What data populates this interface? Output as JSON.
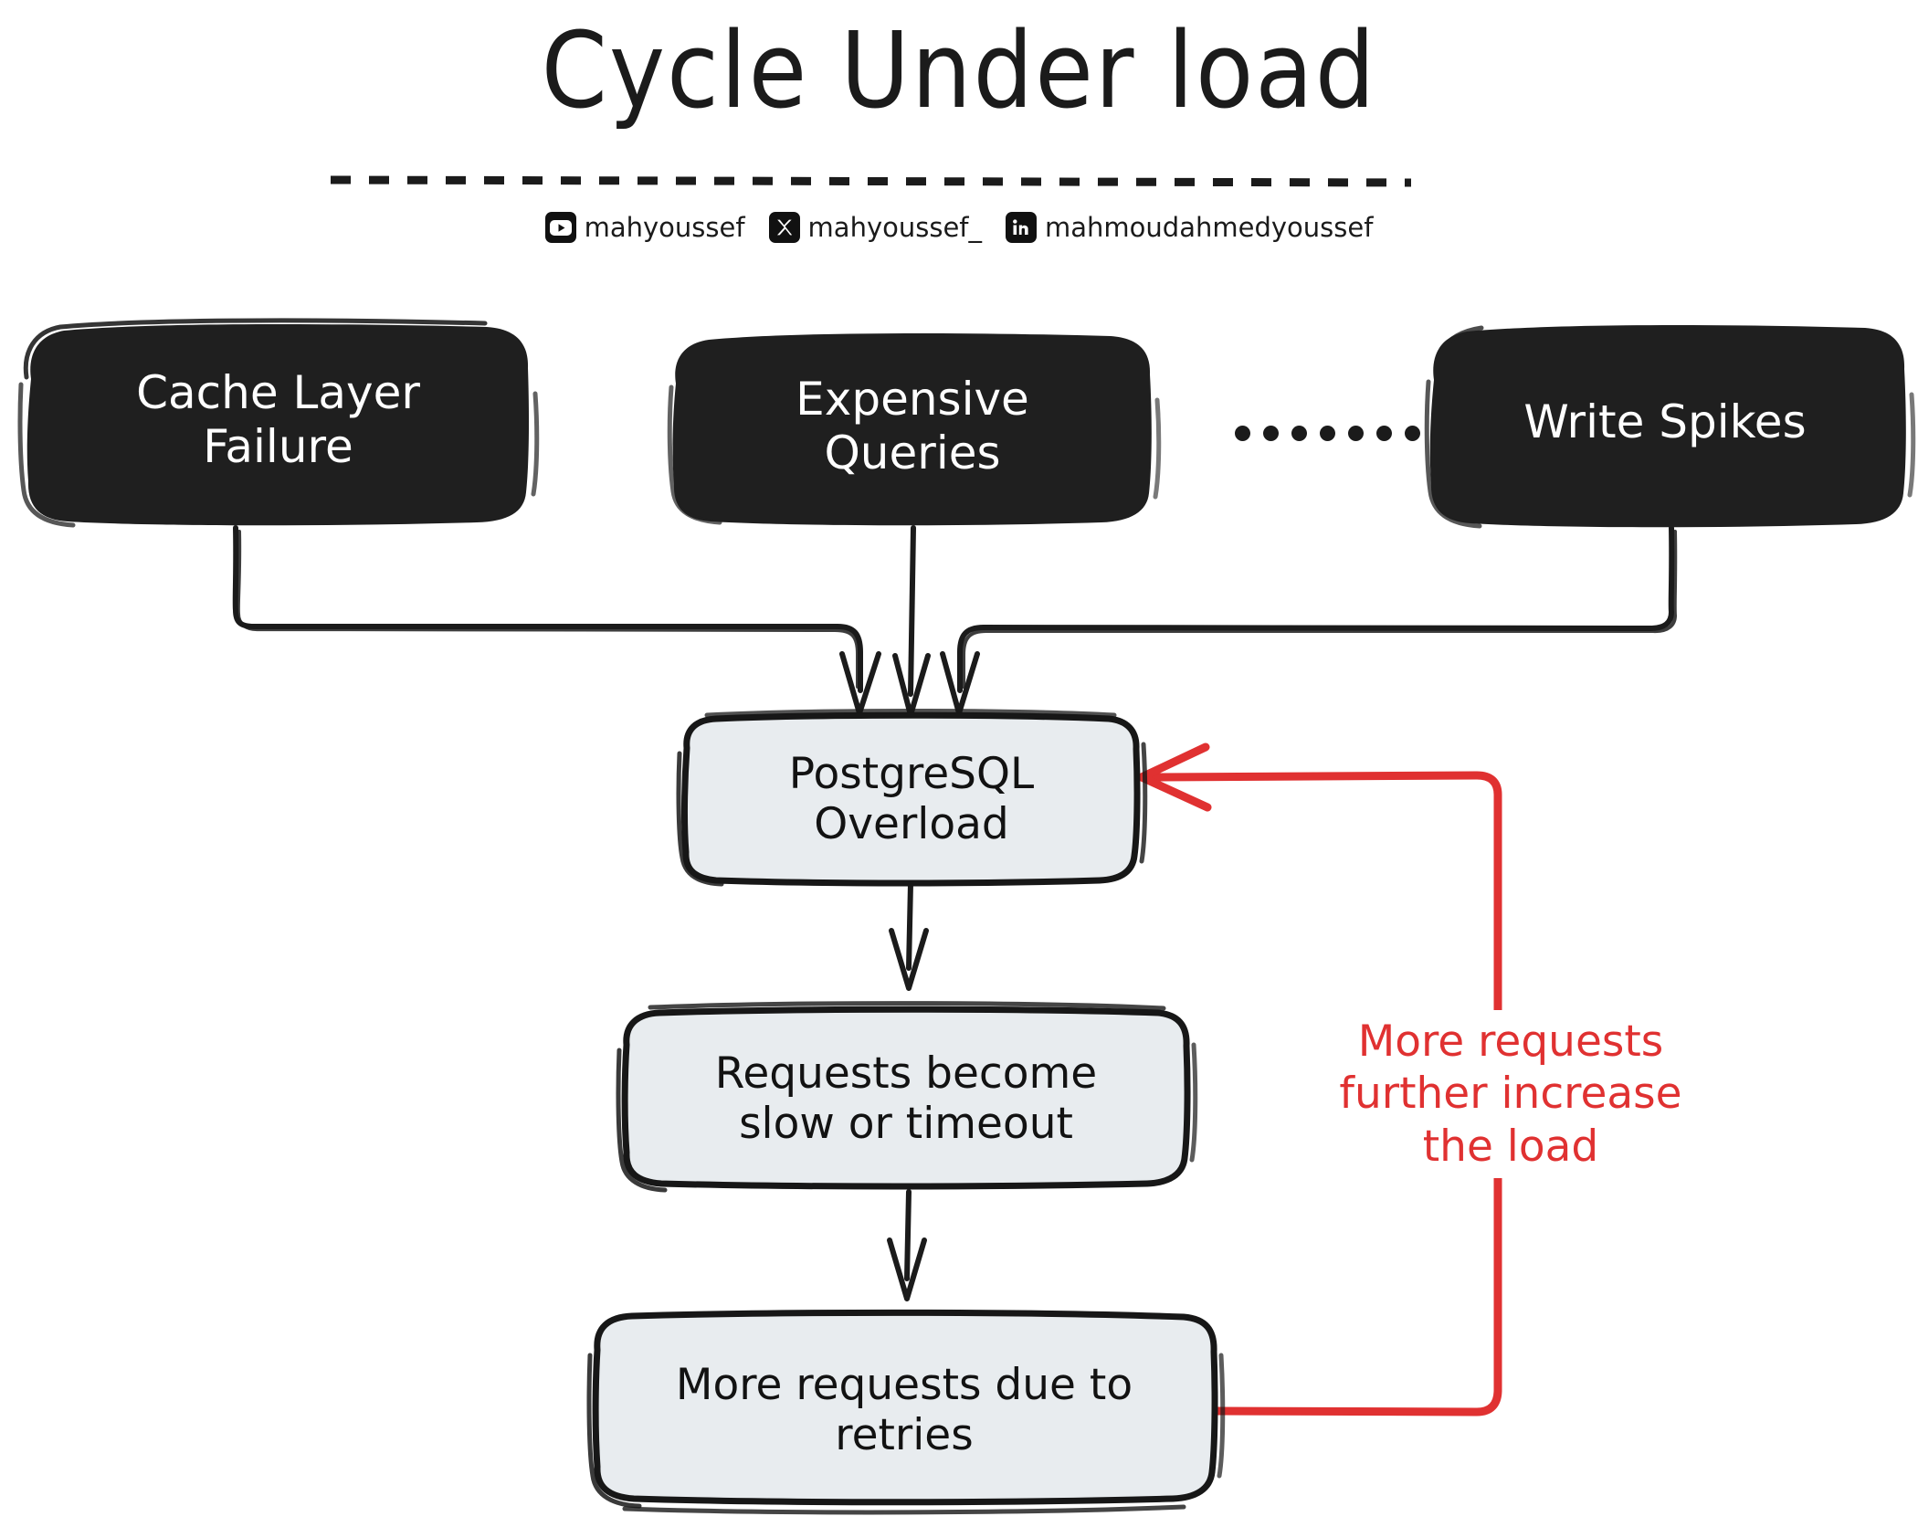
{
  "page": {
    "title": "Cycle Under load",
    "background": "#ffffff"
  },
  "colors": {
    "ink": "#1b1b1b",
    "dark_node_fill": "#1f1f1f",
    "dark_node_text": "#ffffff",
    "light_node_fill": "#e8ecef",
    "light_node_stroke": "#171717",
    "light_node_text": "#121212",
    "accent_red": "#e03131"
  },
  "social": [
    {
      "icon": "youtube-icon",
      "handle": "mahyoussef"
    },
    {
      "icon": "x-twitter-icon",
      "handle": "mahyoussef_"
    },
    {
      "icon": "linkedin-icon",
      "handle": "mahmoudahmedyoussef"
    }
  ],
  "ellipsis": {
    "glyph": ".......",
    "dot_count": 7
  },
  "diagram": {
    "type": "flowchart",
    "causes": [
      {
        "id": "cache-layer-failure",
        "label": "Cache Layer\nFailure",
        "style": "dark"
      },
      {
        "id": "expensive-queries",
        "label": "Expensive\nQueries",
        "style": "dark"
      },
      {
        "id": "write-spikes",
        "label": "Write Spikes",
        "style": "dark"
      }
    ],
    "chain": [
      {
        "id": "postgresql-overload",
        "label": "PostgreSQL\nOverload",
        "style": "light"
      },
      {
        "id": "requests-slow",
        "label": "Requests become\nslow or timeout",
        "style": "light"
      },
      {
        "id": "more-requests",
        "label": "More requests due to\nretries",
        "style": "light"
      }
    ],
    "feedback": {
      "label": "More requests\nfurther increase\nthe load",
      "color": "#e03131",
      "from": "more-requests",
      "to": "postgresql-overload"
    },
    "edges": [
      {
        "from": "cache-layer-failure",
        "to": "postgresql-overload"
      },
      {
        "from": "expensive-queries",
        "to": "postgresql-overload"
      },
      {
        "from": "write-spikes",
        "to": "postgresql-overload"
      },
      {
        "from": "postgresql-overload",
        "to": "requests-slow"
      },
      {
        "from": "requests-slow",
        "to": "more-requests"
      },
      {
        "from": "more-requests",
        "to": "postgresql-overload",
        "color": "#e03131"
      }
    ]
  }
}
